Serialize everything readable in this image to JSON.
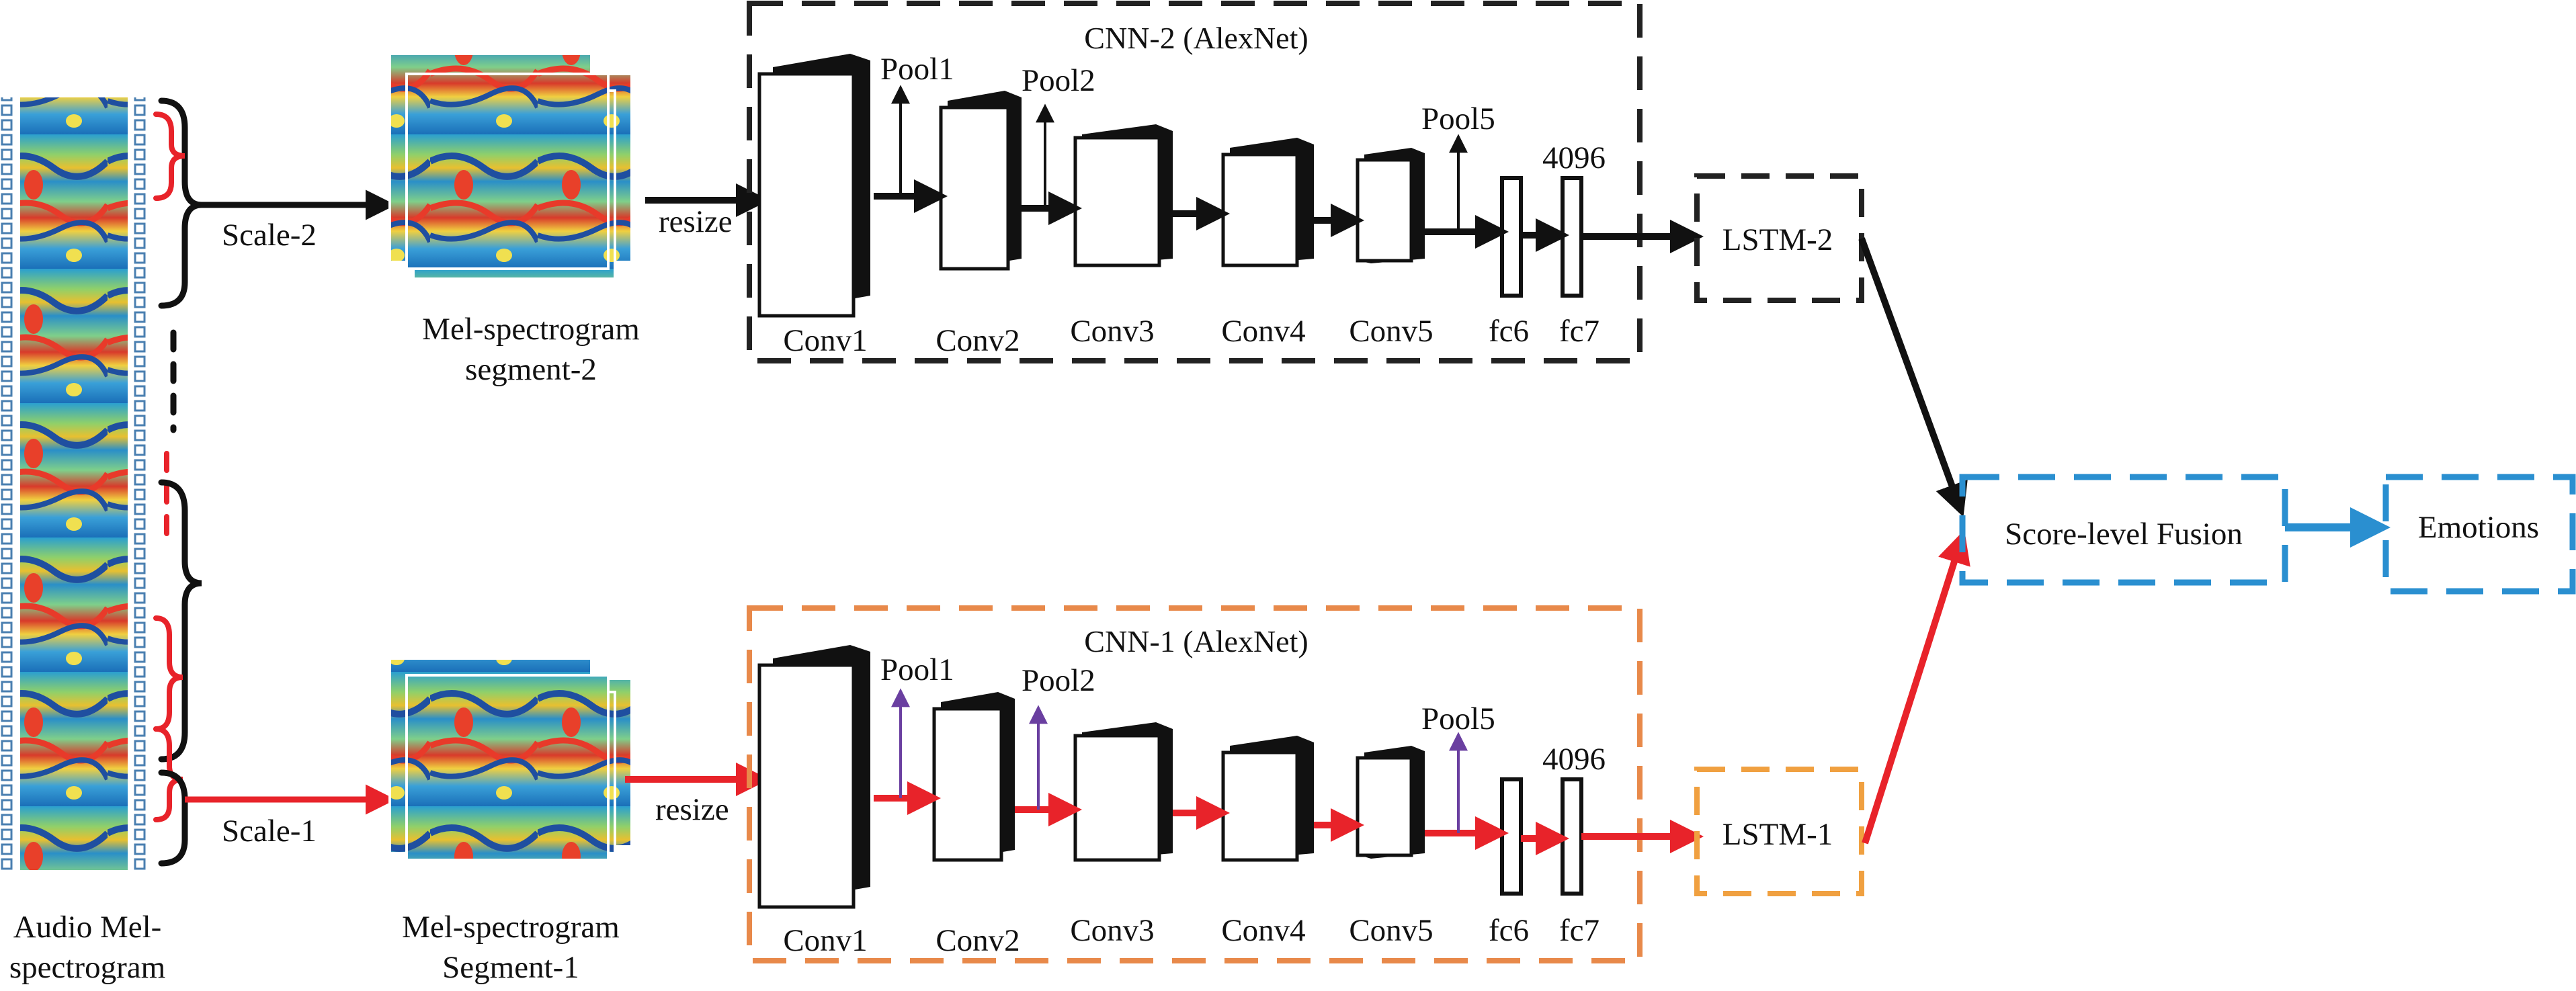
{
  "input": {
    "label_line1": "Audio Mel-",
    "label_line2": "spectrogram"
  },
  "scales": {
    "scale2": "Scale-2",
    "scale1": "Scale-1"
  },
  "segments": {
    "seg2_line1": "Mel-spectrogram",
    "seg2_line2": "segment-2",
    "seg1_line1": "Mel-spectrogram",
    "seg1_line2": "Segment-1"
  },
  "resize_label": "resize",
  "cnn2": {
    "title": "CNN-2 (AlexNet)",
    "layers": [
      "Conv1",
      "Conv2",
      "Conv3",
      "Conv4",
      "Conv5",
      "fc6",
      "fc7"
    ],
    "pools": [
      "Pool1",
      "Pool2",
      "Pool5"
    ],
    "fc_size": "4096",
    "border_color": "#222222",
    "arrow_color": "#111111",
    "pool_arrow_color": "#111111"
  },
  "cnn1": {
    "title": "CNN-1 (AlexNet)",
    "layers": [
      "Conv1",
      "Conv2",
      "Conv3",
      "Conv4",
      "Conv5",
      "fc6",
      "fc7"
    ],
    "pools": [
      "Pool1",
      "Pool2",
      "Pool5"
    ],
    "fc_size": "4096",
    "border_color": "#e8894a",
    "arrow_color": "#e8232a",
    "pool_arrow_color": "#6a3fa0"
  },
  "lstm2": {
    "label": "LSTM-2",
    "border_color": "#222222"
  },
  "lstm1": {
    "label": "LSTM-1",
    "border_color": "#f0a040"
  },
  "fusion": {
    "label": "Score-level Fusion",
    "border_color": "#2a8fd0"
  },
  "emotions": {
    "label": "Emotions",
    "border_color": "#2a8fd0"
  },
  "colors": {
    "black_path": "#111111",
    "red_path": "#e8232a",
    "blue_path": "#2a8fd0",
    "frame_square": "#4a7fb0"
  }
}
